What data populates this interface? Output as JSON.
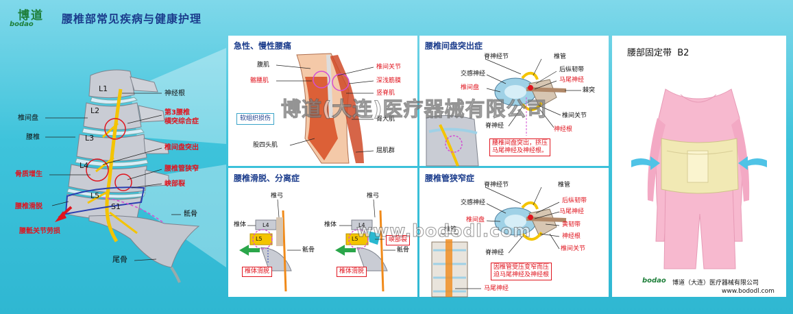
{
  "header": {
    "logo_text": "bodao",
    "logo_mark": "博道",
    "title": "腰椎部常见疾病与健康护理"
  },
  "spine_panel": {
    "vertebra_labels": [
      "L1",
      "L2",
      "L3",
      "L4",
      "L5",
      "S1"
    ],
    "left_labels": [
      {
        "text": "椎间盘",
        "red": false
      },
      {
        "text": "腰椎",
        "red": false
      },
      {
        "text": "骨质增生",
        "red": true
      },
      {
        "text": "腰椎滑脱",
        "red": true
      },
      {
        "text": "腰骶关节劳损",
        "red": true
      }
    ],
    "right_labels": [
      {
        "text": "神经根",
        "red": false
      },
      {
        "text": "第3腰椎",
        "red": true
      },
      {
        "text": "横突综合症",
        "red": true
      },
      {
        "text": "椎间盘突出",
        "red": true
      },
      {
        "text": "腰椎管狭窄",
        "red": true
      },
      {
        "text": "峡部裂",
        "red": true
      },
      {
        "text": "骶骨",
        "red": false
      }
    ],
    "coccyx_label": "尾骨"
  },
  "panel_acute": {
    "title": "急性、慢性腰痛",
    "labels_left": [
      {
        "text": "腹肌",
        "red": false
      },
      {
        "text": "髂腰肌",
        "red": true
      },
      {
        "text": "股四头肌",
        "red": false
      }
    ],
    "labels_right": [
      {
        "text": "椎间关节",
        "red": true
      },
      {
        "text": "深浅筋膜",
        "red": true
      },
      {
        "text": "竖脊肌",
        "red": true
      },
      {
        "text": "臀大肌",
        "red": false
      },
      {
        "text": "屈肌群",
        "red": false
      }
    ],
    "box_label": "软组织损伤"
  },
  "panel_disc": {
    "title": "腰椎间盘突出症",
    "labels": [
      {
        "text": "脊神经节",
        "red": false
      },
      {
        "text": "椎管",
        "red": false
      },
      {
        "text": "交感神经",
        "red": false
      },
      {
        "text": "后纵韧带",
        "red": false
      },
      {
        "text": "马尾神经",
        "red": true
      },
      {
        "text": "椎间盘",
        "red": true
      },
      {
        "text": "棘突",
        "red": false
      },
      {
        "text": "椎间关节",
        "red": false
      },
      {
        "text": "脊神经",
        "red": false
      },
      {
        "text": "神经根",
        "red": true
      }
    ],
    "note_line1": "腰椎间盘突出，挤压",
    "note_line2": "马尾神经及神经根。"
  },
  "panel_slip": {
    "title": "腰椎滑脱、分离症",
    "left": {
      "arch": "椎弓",
      "body": "椎体",
      "sacrum": "骶骨",
      "box": "椎体滑脱",
      "l4": "L4",
      "l5": "L5"
    },
    "right": {
      "arch": "椎弓",
      "body": "椎体",
      "sacrum": "骶骨",
      "box": "椎体滑脱",
      "defect": "峡部裂",
      "l4": "L4",
      "l5": "L5"
    }
  },
  "panel_stenosis": {
    "title": "腰椎管狭窄症",
    "labels": [
      {
        "text": "脊神经节",
        "red": false
      },
      {
        "text": "椎管",
        "red": false
      },
      {
        "text": "交感神经",
        "red": false
      },
      {
        "text": "后纵韧带",
        "red": true
      },
      {
        "text": "马尾神经",
        "red": true
      },
      {
        "text": "椎间盘",
        "red": true
      },
      {
        "text": "黄韧带",
        "red": true
      },
      {
        "text": "神经根",
        "red": true
      },
      {
        "text": "椎间关节",
        "red": true
      },
      {
        "text": "脊神经",
        "red": false
      }
    ],
    "canal_label": "椎管",
    "note_line1": "因椎管受压变窄而压",
    "note_line2": "迫马尾神经及神经根",
    "bottom_label": "马尾神经"
  },
  "product": {
    "title": "腰部固定带  B2",
    "brand_logo": "bodao",
    "company": "博道（大连）医疗器械有限公司",
    "website": "www.bododl.com"
  },
  "watermarks": {
    "cn": "博道(大连)医疗器械有限公司",
    "url": "www.bododl.com"
  },
  "colors": {
    "background": "#3ec3db",
    "title_blue": "#1b3c8c",
    "label_red": "#e0141e",
    "belt": "#f1e9b4",
    "shirt_pink": "#f7b9cf"
  }
}
